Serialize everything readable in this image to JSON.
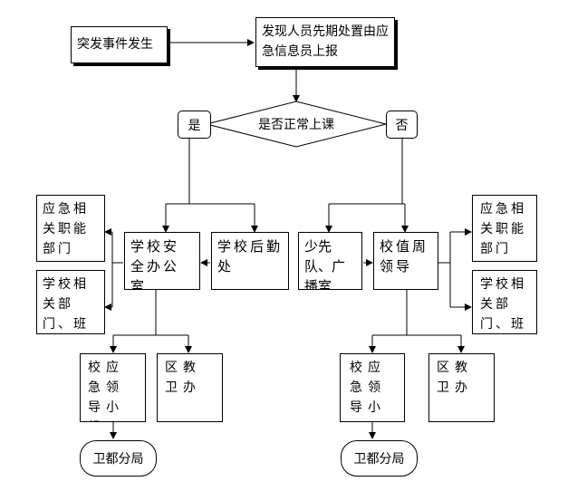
{
  "start": "突发事件发生",
  "report": "发现人员先期处置由应急信息员上报",
  "decision": "是否正常上课",
  "yes": "是",
  "no": "否",
  "left": {
    "related_dept": "应急相关职能部门",
    "school_dept": "学校相关部门、班级",
    "safety_office": "学校安全办公室",
    "logistics": "学校后勤处",
    "emergency_team": "校应急领导小组",
    "district_office": "区教卫办",
    "terminal": "卫都分局"
  },
  "right": {
    "pioneer": "少先队、广播室",
    "duty_leader": "校值周领导",
    "related_dept": "应急相关职能部门",
    "school_dept": "学校相关部门、班级",
    "emergency_team": "校应急领导小",
    "district_office": "区教卫办",
    "terminal": "卫都分局"
  }
}
